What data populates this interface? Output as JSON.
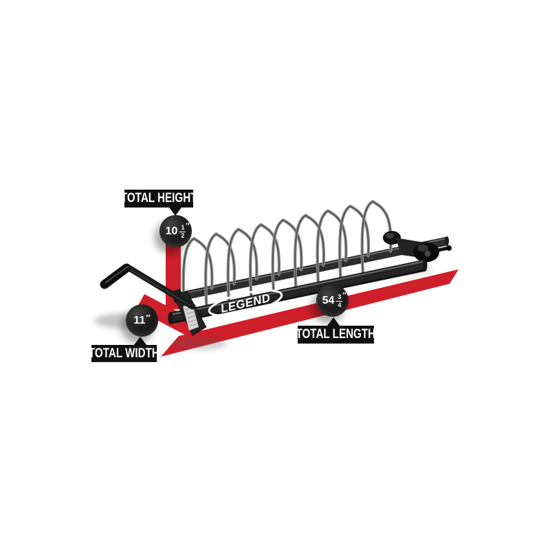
{
  "page": {
    "background_color": "#ffffff"
  },
  "product": {
    "brand_logo": "LEGEND",
    "hoop_count": 9
  },
  "annotations": {
    "height": {
      "label": "TOTAL HEIGHT",
      "value": "10",
      "numerator": "1",
      "denominator": "2",
      "unit": "″"
    },
    "width": {
      "label": "TOTAL WIDTH",
      "value": "11",
      "unit": "″"
    },
    "length": {
      "label": "TOTAL LENGTH",
      "value": "54",
      "numerator": "3",
      "denominator": "4",
      "unit": "″"
    }
  },
  "colors": {
    "accent_red": "#ce1f2a",
    "label_bg": "#101010",
    "label_text": "#ffffff",
    "rack_dark": "#232323",
    "hoop_gray": "#8f8f8f"
  }
}
